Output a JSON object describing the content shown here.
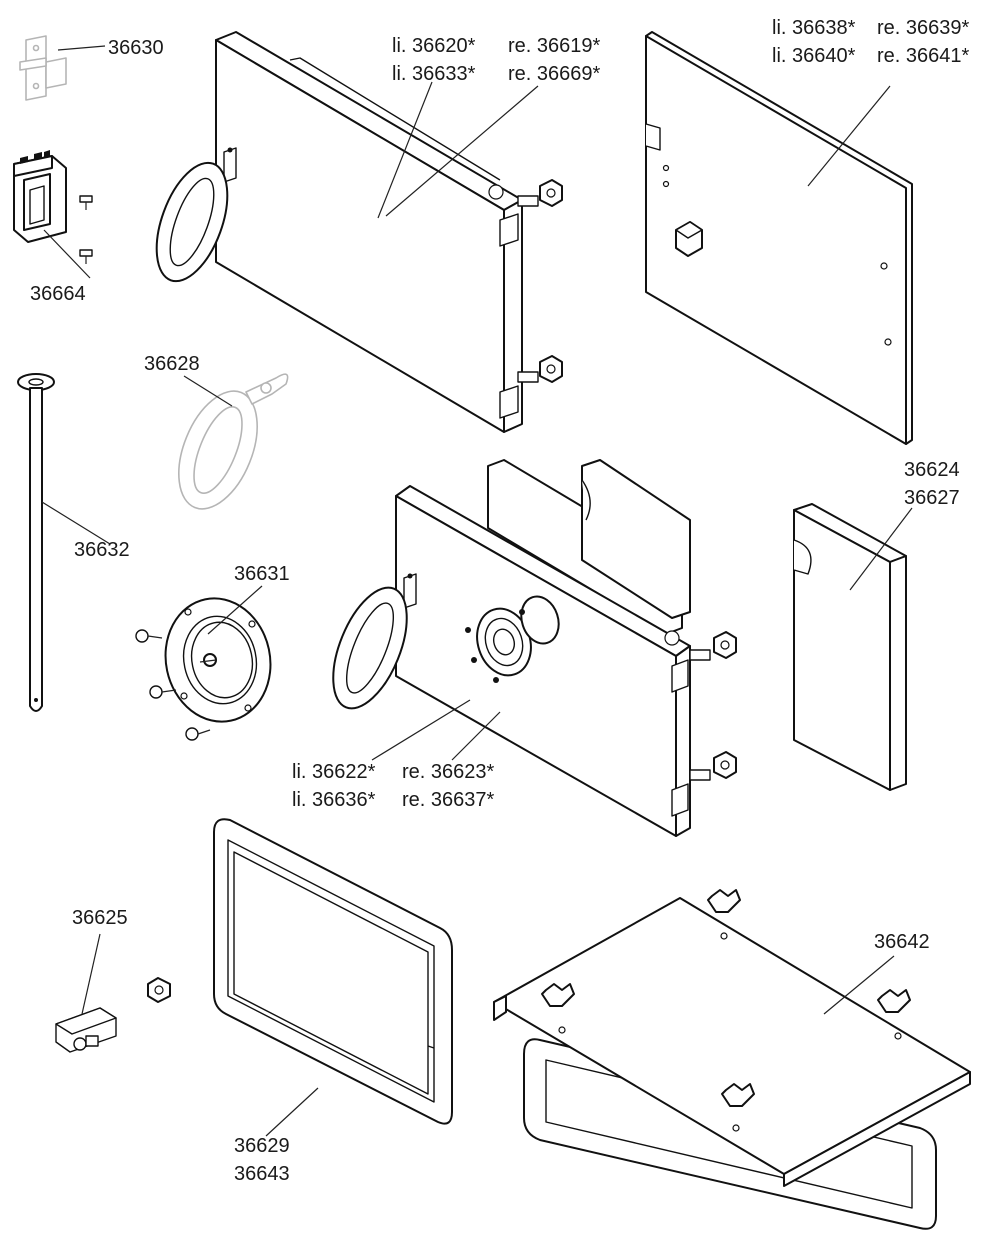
{
  "labels": {
    "p36630": "36630",
    "p36664": "36664",
    "p36628": "36628",
    "p36632": "36632",
    "p36631": "36631",
    "p36625": "36625",
    "p36629": "36629",
    "p36643": "36643",
    "door_upper_line1_left": "li. 36620*",
    "door_upper_line1_right": "re. 36619*",
    "door_upper_line2_left": "li. 36633*",
    "door_upper_line2_right": "re. 36669*",
    "panel_line1_left": "li. 36638*",
    "panel_line1_right": "re. 36639*",
    "panel_line2_left": "li. 36640*",
    "panel_line2_right": "re. 36641*",
    "p36624": "36624",
    "p36627": "36627",
    "door_lower_line1_left": "li. 36622*",
    "door_lower_line1_right": "re. 36623*",
    "door_lower_line2_left": "li. 36636*",
    "door_lower_line2_right": "re. 36637*",
    "p36642": "36642"
  }
}
